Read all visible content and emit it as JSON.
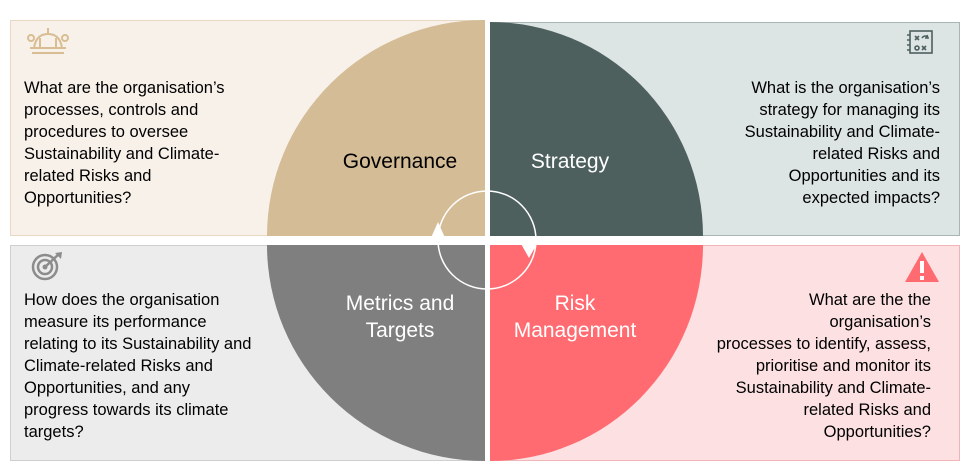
{
  "quadrants": {
    "governance": {
      "label": "Governance",
      "question": "What are the organisation’s\nprocesses, controls and\nprocedures to oversee\nSustainability and Climate-\nrelated Risks and\nOpportunities?",
      "color": "#d4bc96",
      "icon": "government-building-icon"
    },
    "strategy": {
      "label": "Strategy",
      "question": "What is the organisation’s\nstrategy for managing its\nSustainability and Climate-\nrelated Risks and\nOpportunities and its\nexpected impacts?",
      "color": "#4d605e",
      "icon": "strategy-board-icon"
    },
    "metrics": {
      "label_line1": "Metrics and",
      "label_line2": "Targets",
      "question": "How does the organisation\nmeasure its performance\nrelating to its Sustainability and\nClimate-related Risks and\nOpportunities, and any\nprogress towards its climate\ntargets?",
      "color": "#7f7f7f",
      "icon": "target-icon"
    },
    "risk": {
      "label_line1": "Risk",
      "label_line2": "Management",
      "question": "What are the the\norganisation’s\nprocesses to identify, assess,\nprioritise and monitor its\nSustainability and Climate-\nrelated Risks and\nOpportunities?",
      "color": "#ff6b70",
      "icon": "warning-icon"
    }
  }
}
